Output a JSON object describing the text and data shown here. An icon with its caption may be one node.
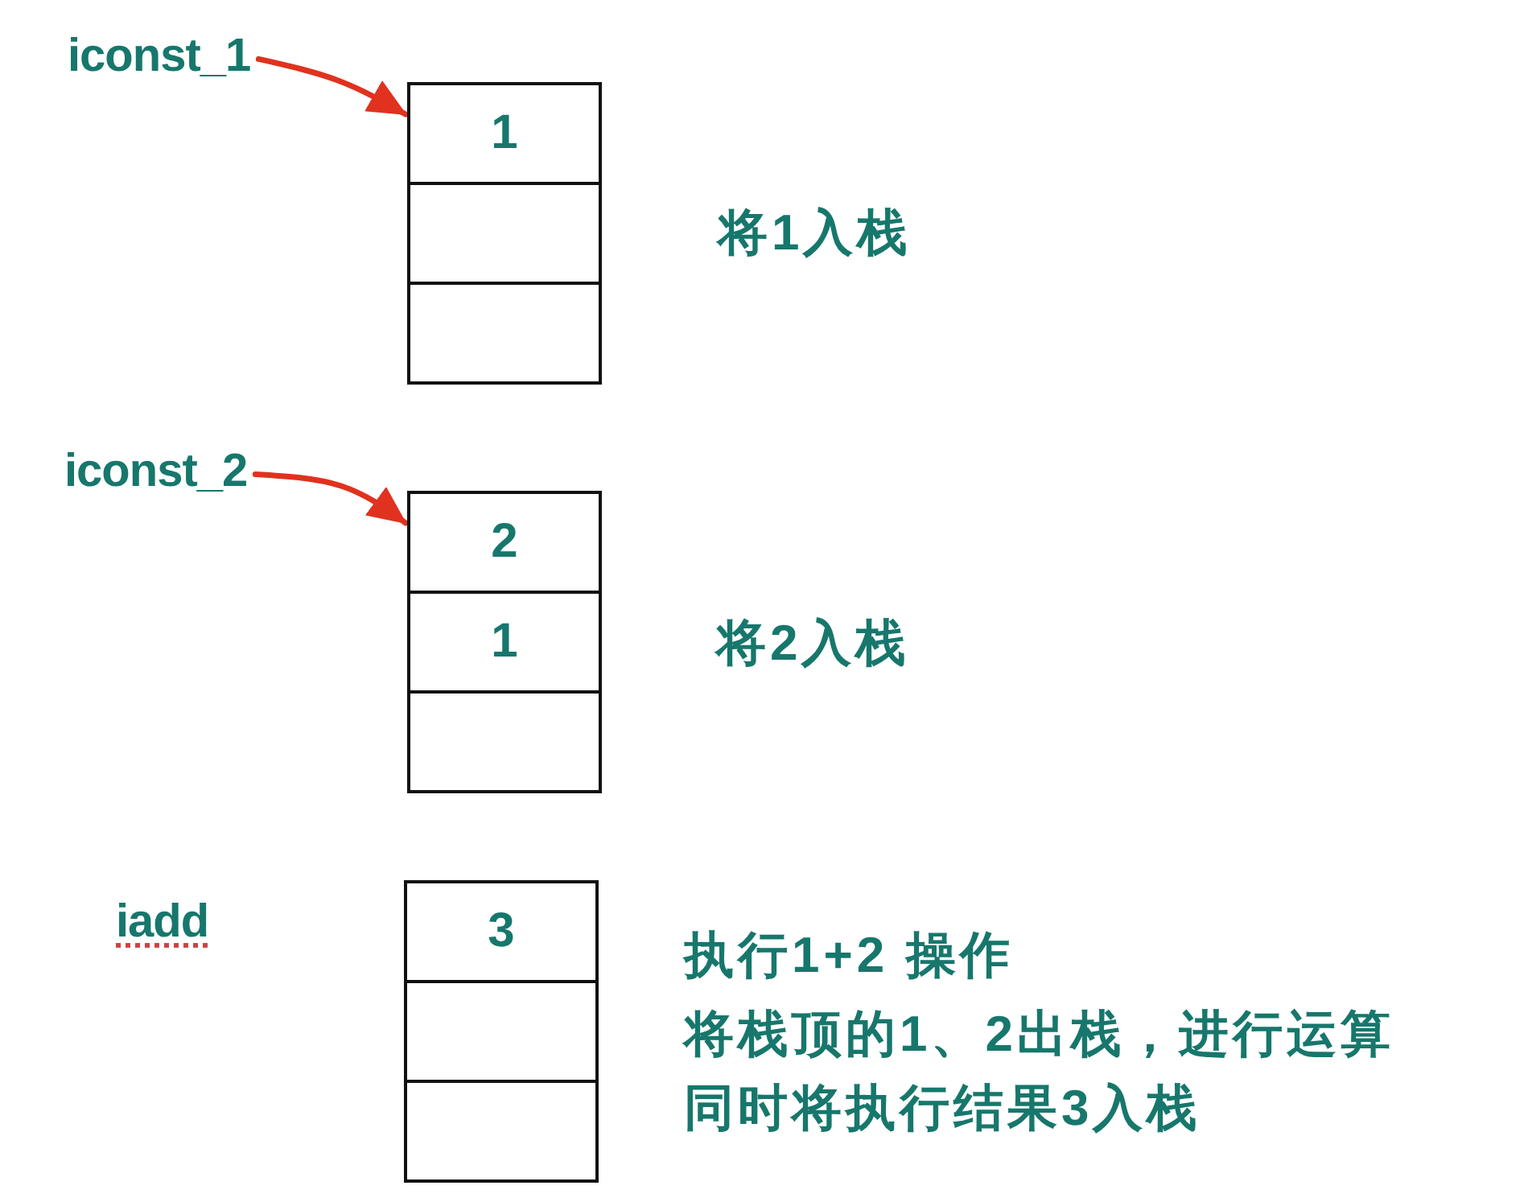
{
  "diagram": {
    "nodes": [
      {
        "text": [
          "iconst_1"
        ]
      },
      {
        "text": [
          "1"
        ]
      },
      {
        "text": [],
        "shape": "box"
      },
      {
        "text": [],
        "shape": "box"
      },
      {
        "text": [
          "iconst_2"
        ]
      },
      {
        "text": [
          "2"
        ]
      },
      {
        "text": [
          "1"
        ]
      },
      {
        "text": [],
        "shape": "box"
      },
      {
        "text": [
          "3"
        ]
      },
      {
        "text": [],
        "shape": "box"
      },
      {
        "text": [],
        "shape": "box"
      }
    ],
    "edges": [
      {
        "from": 0,
        "to": 1,
        "arrow": "to"
      },
      {
        "from": 4,
        "to": 5,
        "arrow": "to"
      }
    ],
    "labels": [
      "将1入栈",
      "将2入栈",
      "iadd",
      "执行1+2 操作",
      "将栈顶的1、2出栈，进行运算",
      "同时将执行结果3入栈"
    ]
  }
}
